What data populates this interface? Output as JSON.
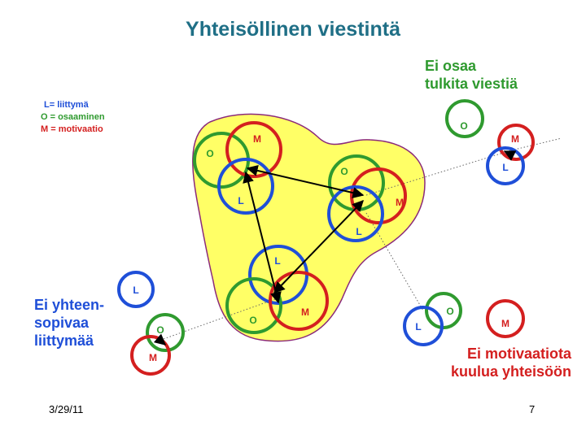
{
  "title": "Yhteisöllinen viestintä",
  "legend": {
    "l": "L= liittymä",
    "o": "O = osaaminen",
    "m": "M = motivaatio"
  },
  "labels": {
    "l": "L",
    "o": "O",
    "m": "M"
  },
  "notes": {
    "top": [
      "Ei osaa",
      "tulkita viestiä"
    ],
    "left": [
      "Ei yhteen-",
      "sopivaa",
      "liittymää"
    ],
    "bottom": [
      "Ei motivaatiota",
      "kuulua yhteisöön"
    ]
  },
  "footer": {
    "date": "3/29/11",
    "page": "7"
  },
  "colors": {
    "title": "#1f6f86",
    "l": "#1f4fd8",
    "o": "#2f9a2f",
    "m": "#d41f1f",
    "blob_fill": "#ffff66",
    "blob_stroke": "#8b2a7a"
  }
}
